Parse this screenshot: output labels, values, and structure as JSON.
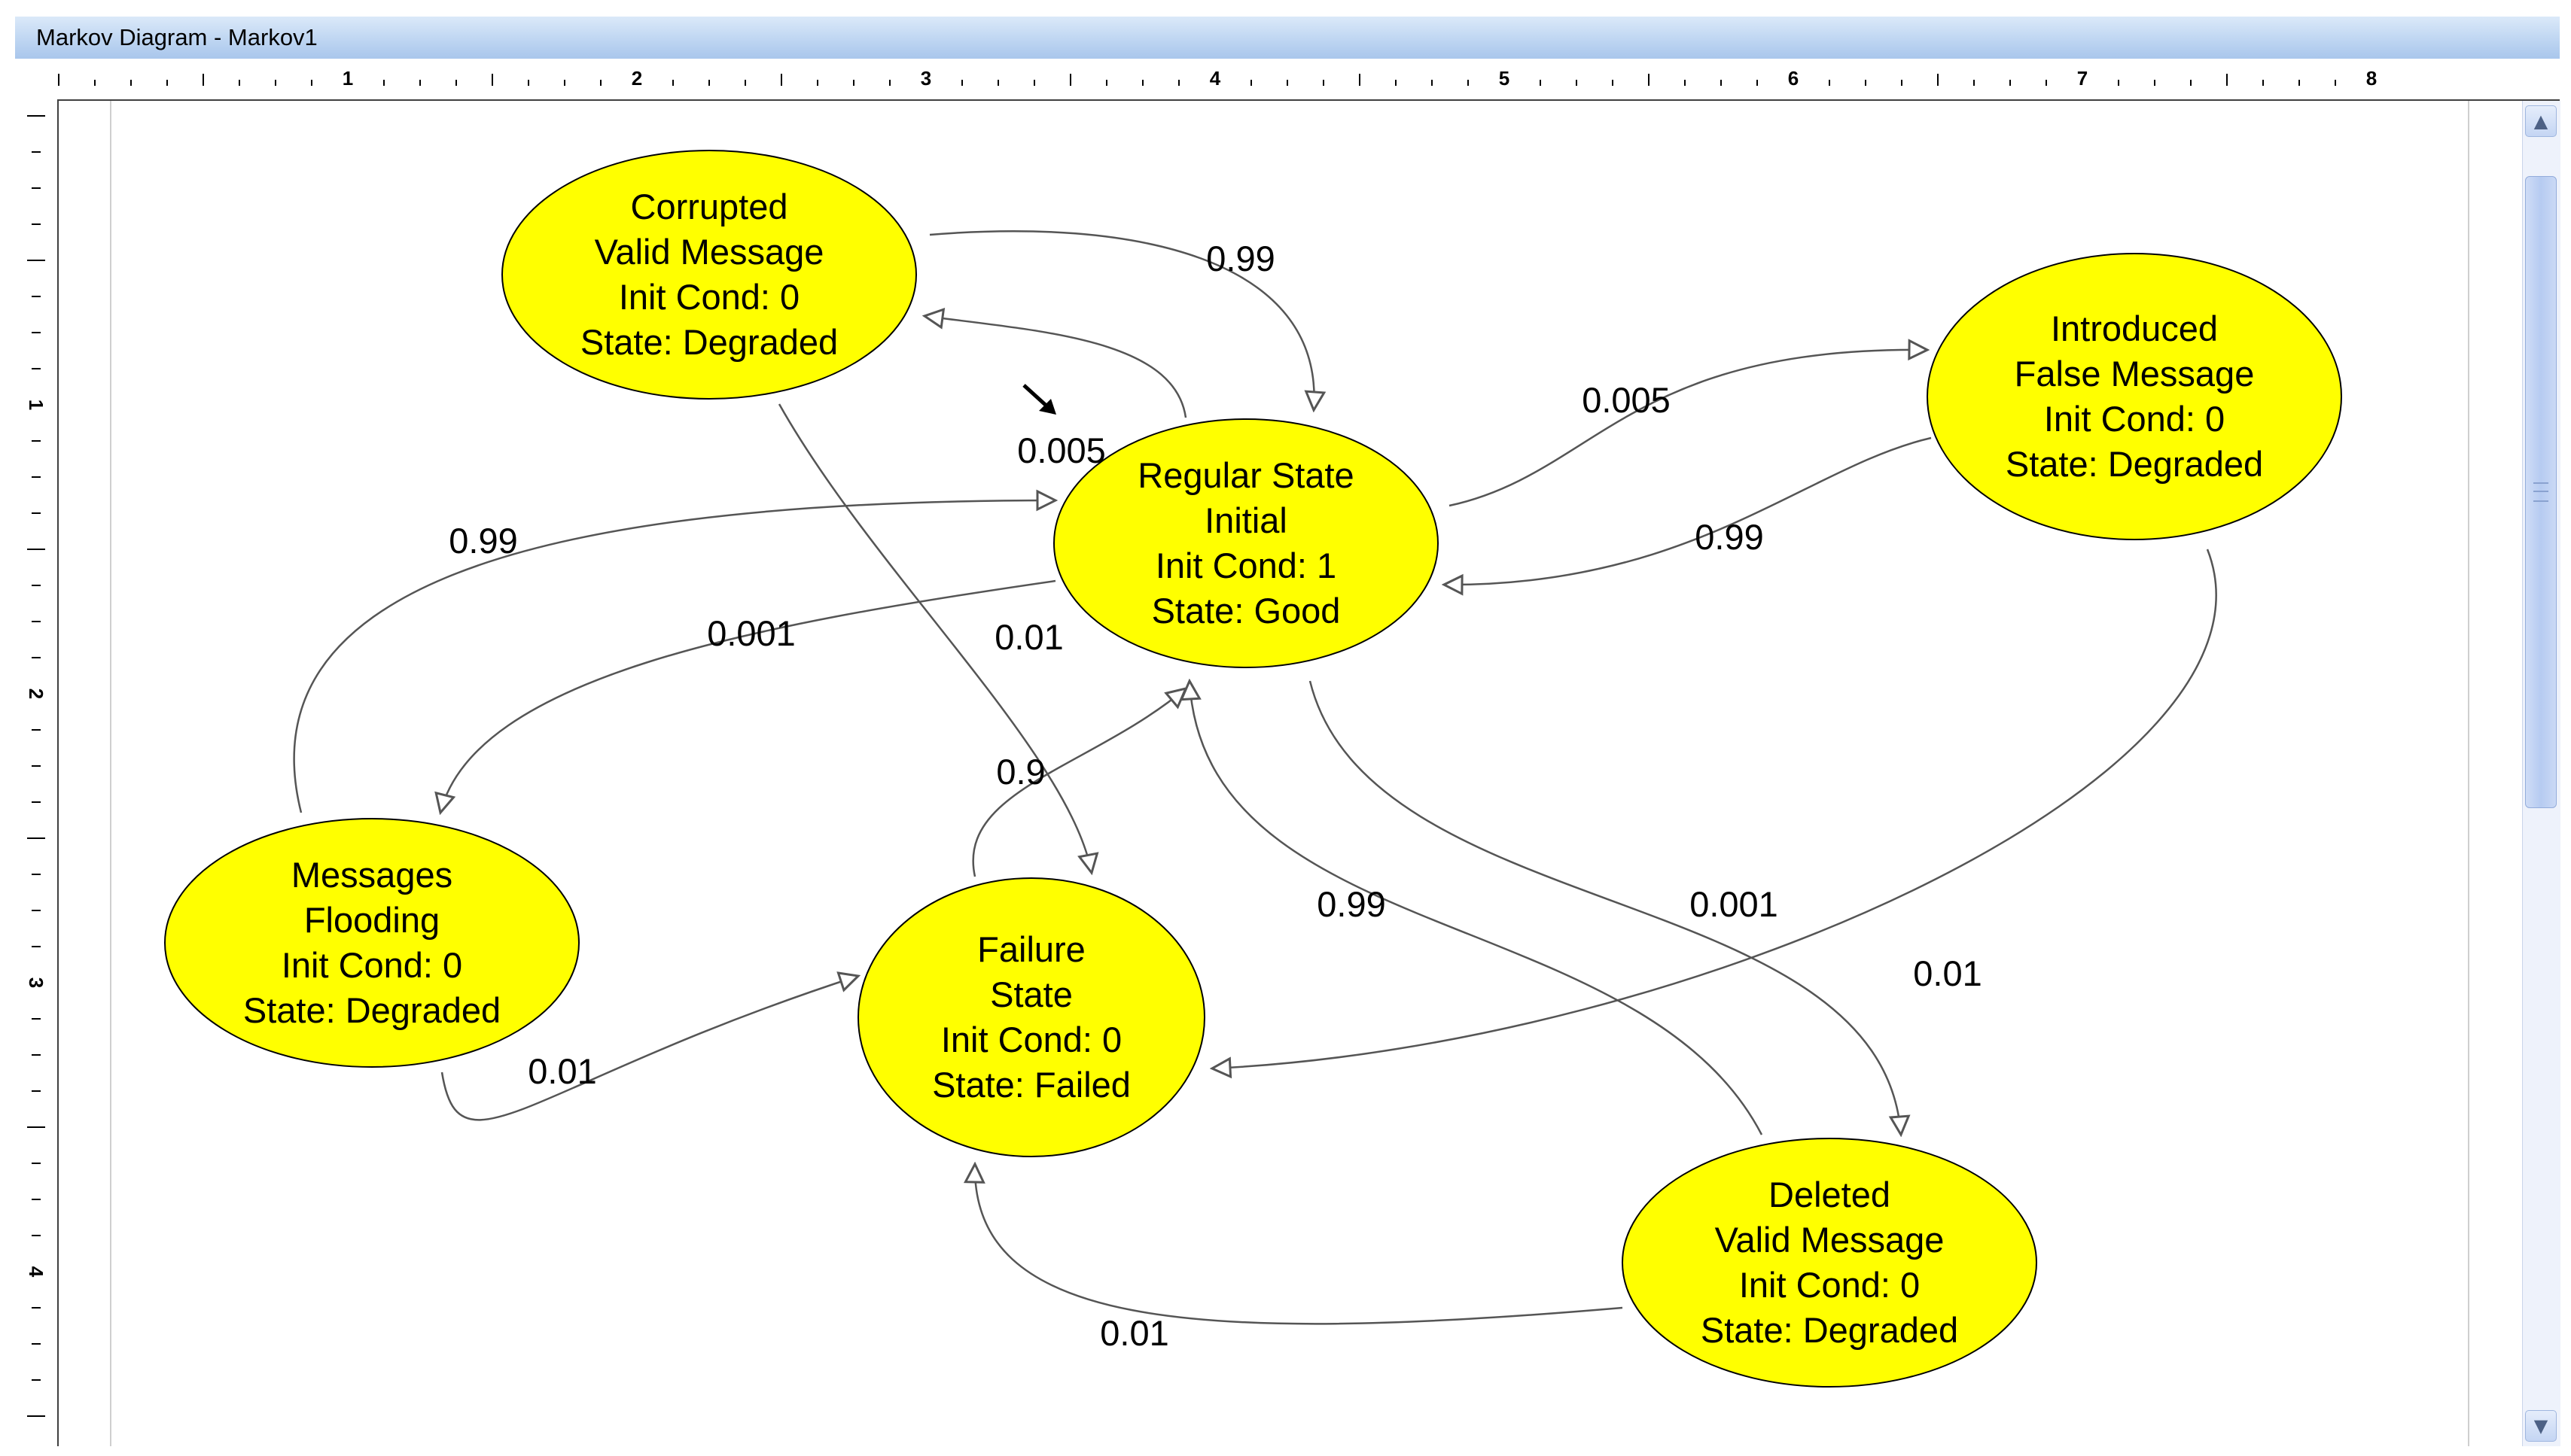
{
  "window": {
    "title": "Markov Diagram - Markov1"
  },
  "ruler": {
    "horizontal_labels": [
      "1",
      "2",
      "3",
      "4",
      "5",
      "6",
      "7",
      "8"
    ],
    "vertical_labels": [
      "1",
      "2",
      "3",
      "4"
    ]
  },
  "scrollbar": {
    "up_glyph": "▲",
    "down_glyph": "▼"
  },
  "colors": {
    "state_fill": "#ffff00",
    "state_stroke": "#000000",
    "edge_stroke": "#555555"
  },
  "states": [
    {
      "id": "regular",
      "lines": [
        "Regular State",
        "Initial",
        "Init Cond: 1",
        "State: Good"
      ]
    },
    {
      "id": "corrupted",
      "lines": [
        "Corrupted",
        "Valid Message",
        "Init Cond: 0",
        "State: Degraded"
      ]
    },
    {
      "id": "introduced",
      "lines": [
        "Introduced",
        "False Message",
        "Init Cond: 0",
        "State: Degraded"
      ]
    },
    {
      "id": "flooding",
      "lines": [
        "Messages",
        "Flooding",
        "Init Cond: 0",
        "State: Degraded"
      ]
    },
    {
      "id": "failure",
      "lines": [
        "Failure",
        "State",
        "Init Cond: 0",
        "State: Failed"
      ]
    },
    {
      "id": "deleted",
      "lines": [
        "Deleted",
        "Valid Message",
        "Init Cond: 0",
        "State: Degraded"
      ]
    }
  ],
  "transitions": [
    {
      "id": "corrupted-to-regular",
      "from": "corrupted",
      "to": "regular",
      "label": "0.99"
    },
    {
      "id": "regular-to-corrupted",
      "from": "regular",
      "to": "corrupted",
      "label": "0.005"
    },
    {
      "id": "regular-to-introduced",
      "from": "regular",
      "to": "introduced",
      "label": "0.005"
    },
    {
      "id": "introduced-to-regular",
      "from": "introduced",
      "to": "regular",
      "label": "0.99"
    },
    {
      "id": "flooding-to-regular",
      "from": "flooding",
      "to": "regular",
      "label": "0.99"
    },
    {
      "id": "regular-to-flooding",
      "from": "regular",
      "to": "flooding",
      "label": "0.001"
    },
    {
      "id": "corrupted-to-failure",
      "from": "corrupted",
      "to": "failure",
      "label": "0.01"
    },
    {
      "id": "failure-to-regular",
      "from": "failure",
      "to": "regular",
      "label": "0.9"
    },
    {
      "id": "deleted-to-regular",
      "from": "deleted",
      "to": "regular",
      "label": "0.99"
    },
    {
      "id": "regular-to-deleted",
      "from": "regular",
      "to": "deleted",
      "label": "0.001"
    },
    {
      "id": "introduced-to-failure",
      "from": "introduced",
      "to": "failure",
      "label": "0.01"
    },
    {
      "id": "flooding-to-failure",
      "from": "flooding",
      "to": "failure",
      "label": "0.01"
    },
    {
      "id": "deleted-to-failure",
      "from": "deleted",
      "to": "failure",
      "label": "0.01"
    }
  ]
}
